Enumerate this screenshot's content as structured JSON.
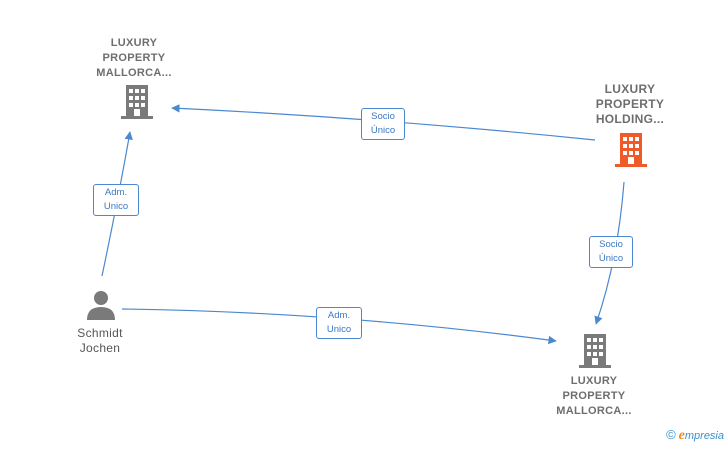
{
  "nodes": {
    "mallorca_top": {
      "lines": [
        "LUXURY",
        "PROPERTY",
        "MALLORCA..."
      ]
    },
    "holding": {
      "lines": [
        "LUXURY",
        "PROPERTY",
        "HOLDING..."
      ]
    },
    "mallorca_bottom": {
      "lines": [
        "LUXURY",
        "PROPERTY",
        "MALLORCA..."
      ]
    },
    "person": {
      "lines": [
        "Schmidt",
        "Jochen"
      ]
    }
  },
  "edges": {
    "holding_to_top": {
      "lines": [
        "Socio",
        "Único"
      ]
    },
    "holding_to_bottom": {
      "lines": [
        "Socio",
        "Único"
      ]
    },
    "person_to_top": {
      "lines": [
        "Adm.",
        "Unico"
      ]
    },
    "person_to_bottom": {
      "lines": [
        "Adm.",
        "Unico"
      ]
    }
  },
  "colors": {
    "edge": "#4a88d0",
    "building": "#7a7a7a",
    "building_main": "#f05a28",
    "person": "#7a7a7a"
  },
  "footer": {
    "copyright": "©",
    "brand_e": "e",
    "brand_rest": "mpresia"
  }
}
